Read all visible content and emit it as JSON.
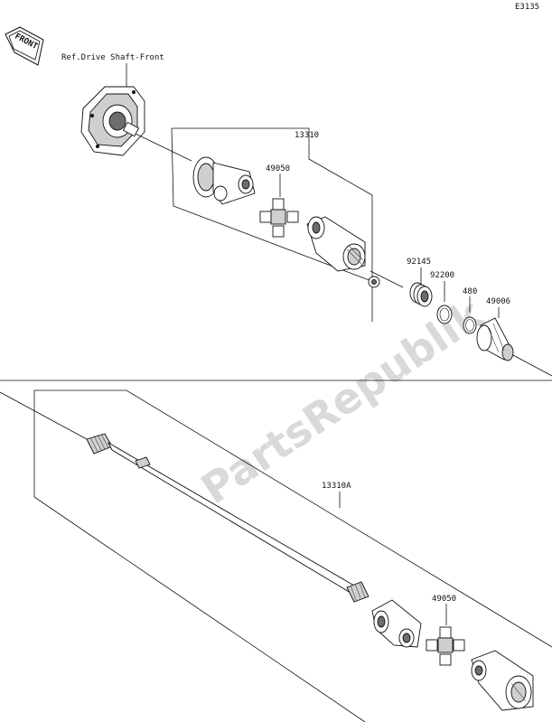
{
  "diagram_code": "E3135",
  "front_arrow_text": "FRONT",
  "ref_label": "Ref.Drive Shaft-Front",
  "watermark": "PartsRepublik",
  "parts": {
    "p13310": "13310",
    "p49050_top": "49050",
    "p92145": "92145",
    "p92200": "92200",
    "p480": "480",
    "p49006": "49006",
    "p13310A": "13310A",
    "p49050_bottom": "49050"
  }
}
